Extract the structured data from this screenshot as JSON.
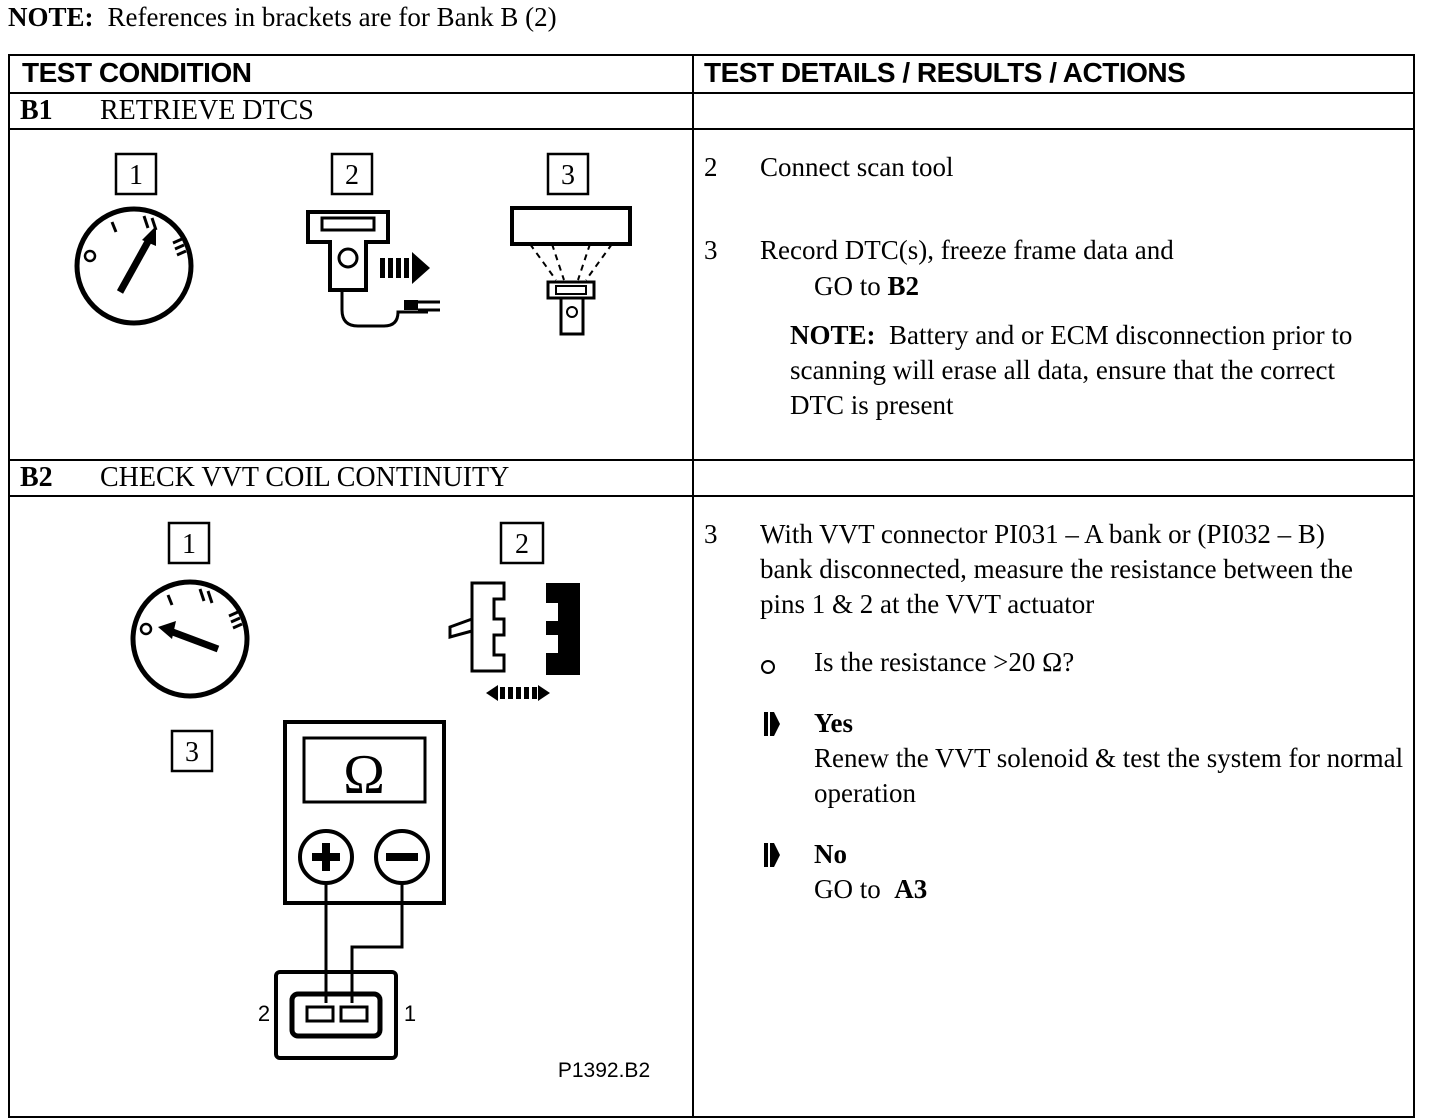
{
  "note": {
    "label": "NOTE:",
    "text": "References in brackets are for Bank B (2)"
  },
  "headers": {
    "left": "TEST CONDITION",
    "right": "TEST DETAILS / RESULTS / ACTIONS"
  },
  "b1": {
    "code": "B1",
    "title": "RETRIEVE DTCS",
    "fig_labels": [
      "1",
      "2",
      "3"
    ],
    "steps": [
      {
        "num": "2",
        "text": "Connect scan tool"
      },
      {
        "num": "3",
        "text": "Record DTC(s), freeze frame data and",
        "go_prefix": "GO to",
        "go_target": "B2"
      }
    ],
    "note": {
      "label": "NOTE:",
      "text": "Battery and or ECM disconnection prior to scanning will erase all data, ensure that the correct DTC is present"
    }
  },
  "b2": {
    "code": "B2",
    "title": "CHECK VVT COIL CONTINUITY",
    "fig_labels": [
      "1",
      "2",
      "3"
    ],
    "meter_symbol": "Ω",
    "pin_labels": [
      "2",
      "1"
    ],
    "figure_ref": "P1392.B2",
    "step": {
      "num": "3",
      "text": "With VVT connector PI031 – A bank or (PI032 – B) bank disconnected, measure the resistance between the pins 1 & 2 at the VVT actuator"
    },
    "question": "Is the resistance >20 Ω?",
    "yes": {
      "label": "Yes",
      "text": "Renew the VVT solenoid & test the system for normal operation"
    },
    "no": {
      "label": "No",
      "go_prefix": "GO to",
      "go_target": "A3"
    }
  }
}
